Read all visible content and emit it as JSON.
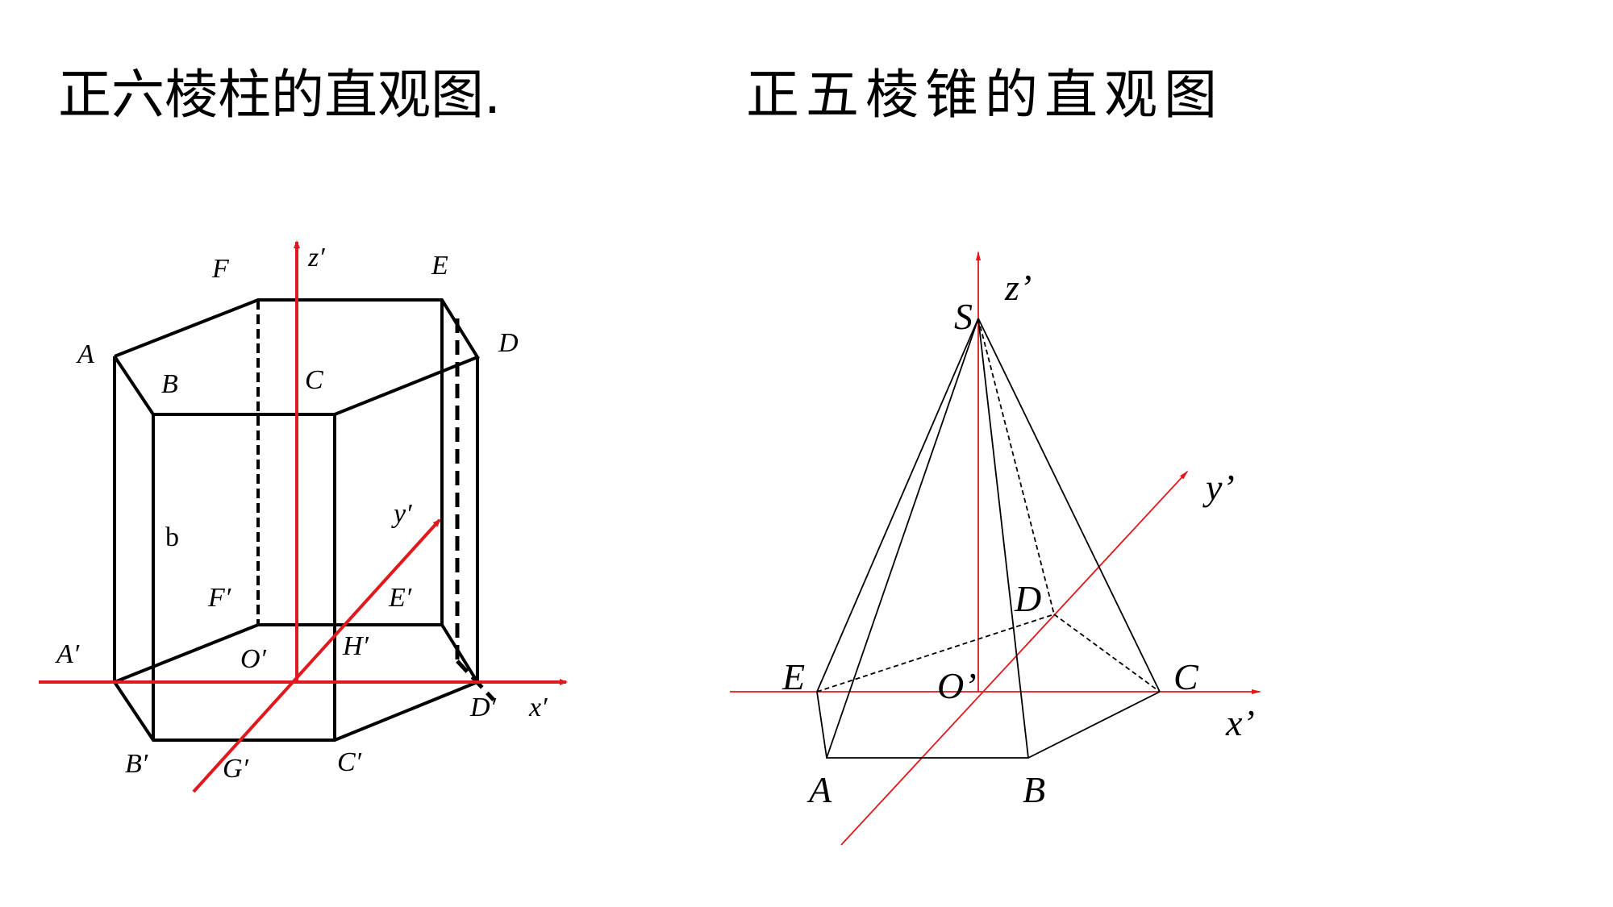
{
  "titles": {
    "left": "正六棱柱的直观图.",
    "right": "正五棱锥的直观图"
  },
  "colors": {
    "axis": "#e0191d",
    "edge": "#000000",
    "background": "#ffffff"
  },
  "prism": {
    "labels": {
      "F": "F",
      "z": "z′",
      "E": "E",
      "A": "A",
      "D": "D",
      "B": "B",
      "C": "C",
      "b": "b",
      "y": "y′",
      "F1": "F′",
      "E1": "E′",
      "A1": "A′",
      "O1": "O′",
      "H1": "H′",
      "D1": "D′",
      "x": "x′",
      "B1": "B′",
      "G1": "G′",
      "C1": "C′"
    }
  },
  "pyramid": {
    "labels": {
      "z": "z’",
      "S": "S",
      "y": "y’",
      "D": "D",
      "E": "E",
      "O": "O’",
      "C": "C",
      "x": "x’",
      "A": "A",
      "B": "B"
    }
  }
}
